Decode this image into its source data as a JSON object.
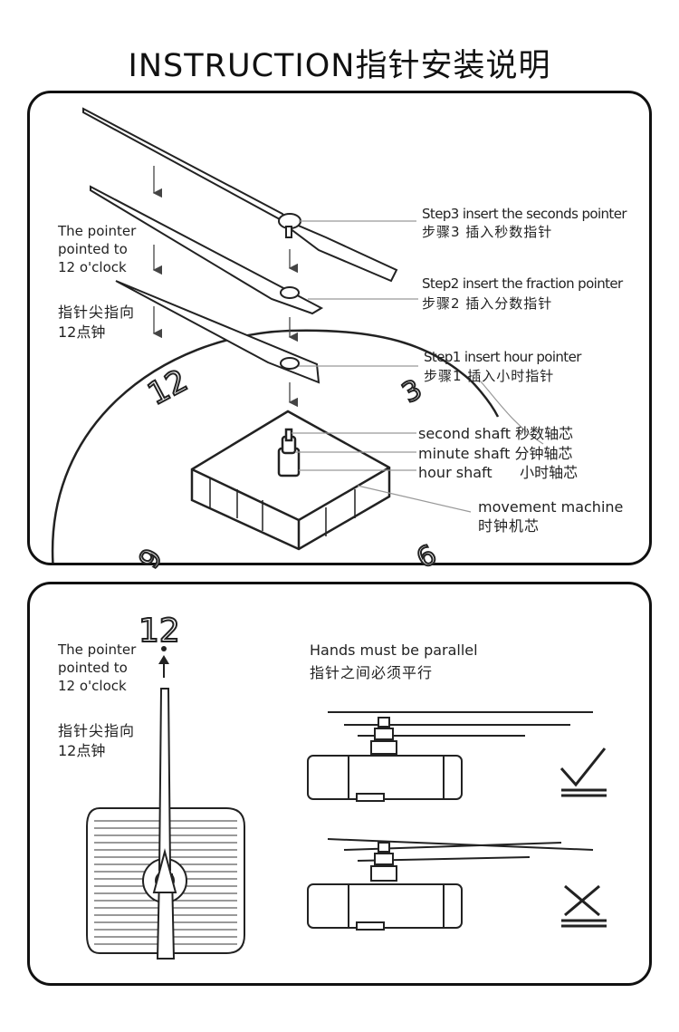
{
  "title": "INSTRUCTION指针安装说明",
  "panel1": {
    "note_en_1": "The pointer",
    "note_en_2": "pointed to",
    "note_en_3": "12 o'clock",
    "note_cn_1": "指针尖指向",
    "note_cn_2": "12点钟",
    "step3_en": "Step3   insert the seconds pointer",
    "step3_cn": "步骤3   插入秒数指针",
    "step2_en": "Step2   insert the fraction pointer",
    "step2_cn": "步骤2   插入分数指针",
    "step1_en": "Step1   insert hour pointer",
    "step1_cn": "步骤1   插入小时指针",
    "second_shaft": "second shaft  秒数轴芯",
    "minute_shaft": "minute shaft  分钟轴芯",
    "hour_shaft": "hour shaft      小时轴芯",
    "movement_en": "movement  machine",
    "movement_cn": "时钟机芯",
    "dial_12": "12",
    "dial_3": "3",
    "dial_6": "6",
    "dial_9": "9"
  },
  "panel2": {
    "dial_12": "12",
    "note_en_1": "The pointer",
    "note_en_2": "pointed to",
    "note_en_3": "12 o'clock",
    "note_cn_1": "指针尖指向",
    "note_cn_2": "12点钟",
    "parallel_en": "Hands must be parallel",
    "parallel_cn": "指针之间必须平行",
    "correct_icon": "check-mark-icon",
    "wrong_icon": "cross-mark-icon"
  }
}
